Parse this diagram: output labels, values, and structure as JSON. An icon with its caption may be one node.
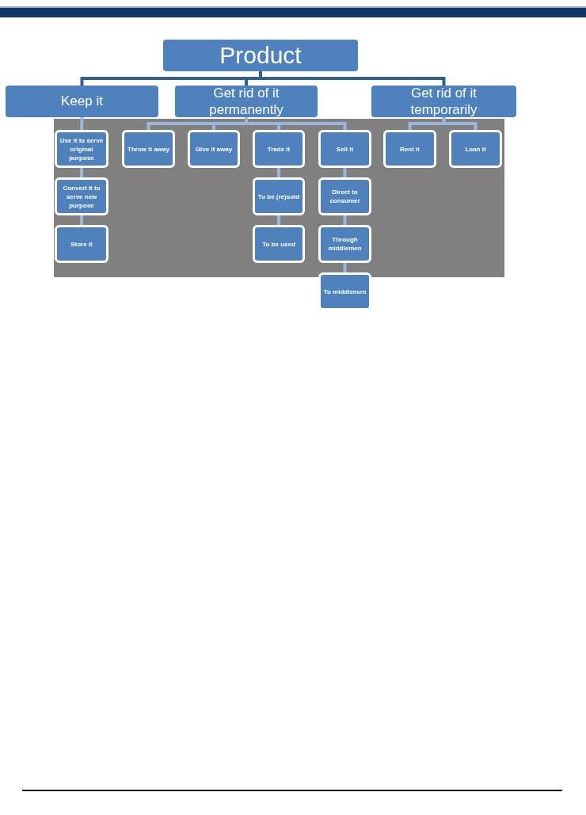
{
  "diagram": {
    "nodes": [
      {
        "text": [
          "Product"
        ]
      },
      {
        "text": [
          "Keep it"
        ]
      },
      {
        "text": [
          "Get rid of it permanently"
        ]
      },
      {
        "text": [
          "Get rid of it temporarily"
        ]
      },
      {
        "text": [
          "Use it to serve original purpose"
        ]
      },
      {
        "text": [
          "Throw it away"
        ]
      },
      {
        "text": [
          "Give it away"
        ]
      },
      {
        "text": [
          "Trade it"
        ]
      },
      {
        "text": [
          "Sell it"
        ]
      },
      {
        "text": [
          "Rent it"
        ]
      },
      {
        "text": [
          "Loan it"
        ]
      },
      {
        "text": [
          "Convert it to serve new purpose"
        ]
      },
      {
        "text": [
          "Store it"
        ]
      },
      {
        "text": [
          "To be (re)sold"
        ]
      },
      {
        "text": [
          "To be used"
        ]
      },
      {
        "text": [
          "Direct to consumer"
        ]
      },
      {
        "text": [
          "Through middlemen"
        ]
      },
      {
        "text": [
          "To middlemen"
        ]
      }
    ],
    "edges": [
      {
        "from": 0,
        "to": 1,
        "arrow": "none",
        "color": "#2f5f96"
      },
      {
        "from": 0,
        "to": 2,
        "arrow": "none",
        "color": "#2f5f96"
      },
      {
        "from": 0,
        "to": 3,
        "arrow": "none",
        "color": "#2f5f96"
      },
      {
        "from": 1,
        "to": 4,
        "arrow": "none"
      },
      {
        "from": 2,
        "to": 5,
        "arrow": "none"
      },
      {
        "from": 2,
        "to": 6,
        "arrow": "none"
      },
      {
        "from": 2,
        "to": 7,
        "arrow": "none"
      },
      {
        "from": 2,
        "to": 8,
        "arrow": "none"
      },
      {
        "from": 3,
        "to": 9,
        "arrow": "none"
      },
      {
        "from": 3,
        "to": 10,
        "arrow": "none"
      },
      {
        "from": 4,
        "to": 11,
        "arrow": "none"
      },
      {
        "from": 11,
        "to": 12,
        "arrow": "none"
      },
      {
        "from": 7,
        "to": 13,
        "arrow": "none"
      },
      {
        "from": 13,
        "to": 14,
        "arrow": "none"
      },
      {
        "from": 8,
        "to": 15,
        "arrow": "none"
      },
      {
        "from": 15,
        "to": 16,
        "arrow": "none"
      },
      {
        "from": 16,
        "to": 17,
        "arrow": "none"
      }
    ]
  }
}
